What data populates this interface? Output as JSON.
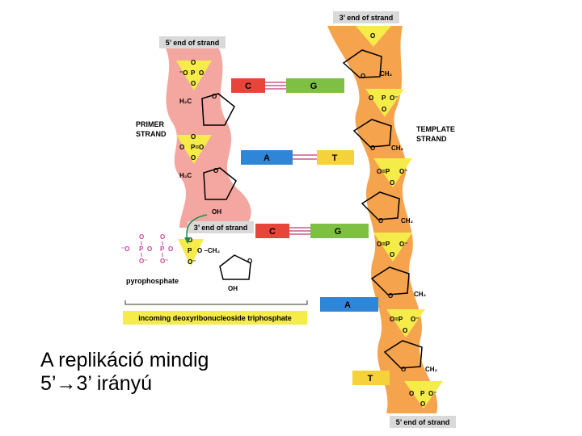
{
  "labels": {
    "primer_5_end": "5’ end of strand",
    "template_3_end": "3’ end of strand",
    "primer_3_end": "3’ end of strand",
    "template_5_end": "5’ end of strand",
    "primer_strand": [
      "PRIMER",
      "STRAND"
    ],
    "template_strand": [
      "TEMPLATE",
      "STRAND"
    ],
    "pyrophosphate": "pyrophosphate",
    "incoming": "incoming deoxyribonucleoside triphosphate"
  },
  "bases": {
    "pair1_left": "C",
    "pair1_right": "G",
    "pair2_left": "A",
    "pair2_right": "T",
    "pair3_left": "C",
    "pair3_right": "G",
    "template_4": "A",
    "template_5": "T"
  },
  "chem": {
    "o": "O",
    "p": "P",
    "o_minus": "O⁻",
    "minus_o": "⁻O",
    "p_eq_o": "P=O",
    "o_eq_p": "O=P",
    "h2c": "H₂C",
    "ch2": "CH₂",
    "oh": "OH",
    "o_minus_ch2": "O –CH₂"
  },
  "caption": {
    "line1": "A replikáció mindig",
    "line2": "5’→3’ irányú"
  },
  "colors": {
    "primer_strand": "#f4a6a0",
    "template_strand": "#f6a34e",
    "phosphate": "#f5ec4a",
    "base_C": "#e8443a",
    "base_G": "#7dc043",
    "base_A": "#2f86d6",
    "base_T": "#f5d23a",
    "incoming_bar": "#f5ec4a",
    "incoming_phosphates": "#c8479a"
  }
}
